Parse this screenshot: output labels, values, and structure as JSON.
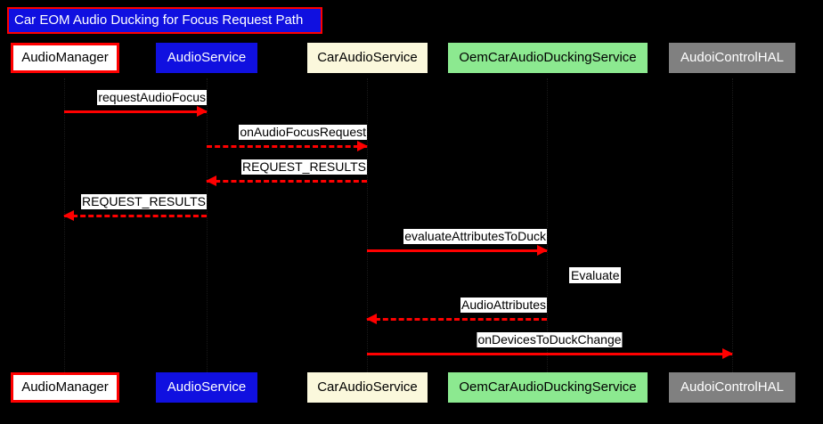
{
  "diagram": {
    "title": "Car EOM Audio Ducking for Focus Request Path",
    "type": "sequence-diagram",
    "colors": {
      "background": "#000000",
      "title_fill": "#1010e0",
      "title_border": "#ff0000",
      "arrow": "#ff0000",
      "label_bg": "#ffffff",
      "audiomanager_fill": "#ffffff",
      "audioservice_fill": "#1010e0",
      "caraudioservice_fill": "#fbf8dc",
      "oemduck_fill": "#8ce990",
      "hal_fill": "#808080"
    },
    "participants": [
      {
        "id": "audiomanager",
        "label": "AudioManager"
      },
      {
        "id": "audioservice",
        "label": "AudioService"
      },
      {
        "id": "caraudioservice",
        "label": "CarAudioService"
      },
      {
        "id": "oemduck",
        "label": "OemCarAudioDuckingService"
      },
      {
        "id": "hal",
        "label": "AudoiControlHAL"
      }
    ],
    "messages": [
      {
        "label": "requestAudioFocus",
        "from": "audiomanager",
        "to": "audioservice",
        "style": "solid",
        "direction": "right"
      },
      {
        "label": "onAudioFocusRequest",
        "from": "audioservice",
        "to": "caraudioservice",
        "style": "dashed",
        "direction": "right"
      },
      {
        "label": "REQUEST_RESULTS",
        "from": "caraudioservice",
        "to": "audioservice",
        "style": "dashed",
        "direction": "left"
      },
      {
        "label": "REQUEST_RESULTS",
        "from": "audioservice",
        "to": "audiomanager",
        "style": "dashed",
        "direction": "left"
      },
      {
        "label": "evaluateAttributesToDuck",
        "from": "caraudioservice",
        "to": "oemduck",
        "style": "solid",
        "direction": "right"
      },
      {
        "label": "AudioAttributes",
        "from": "oemduck",
        "to": "caraudioservice",
        "style": "dashed",
        "direction": "left"
      },
      {
        "label": "onDevicesToDuckChange",
        "from": "caraudioservice",
        "to": "hal",
        "style": "solid",
        "direction": "right"
      }
    ],
    "notes": [
      {
        "label": "Evaluate",
        "on": "oemduck"
      }
    ]
  }
}
